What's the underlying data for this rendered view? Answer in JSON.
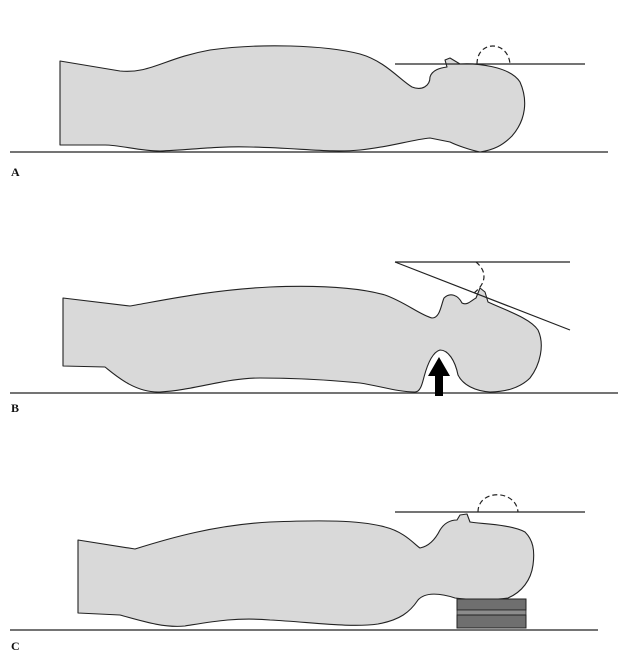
{
  "figure": {
    "panels": [
      {
        "id": "A",
        "label": "A"
      },
      {
        "id": "B",
        "label": "B"
      },
      {
        "id": "C",
        "label": "C"
      }
    ]
  },
  "colors": {
    "body_fill": "#d9d9d9",
    "outline": "#222222",
    "arrow": "#000000",
    "support_block": "#6f6f6f",
    "background": "#ffffff"
  }
}
